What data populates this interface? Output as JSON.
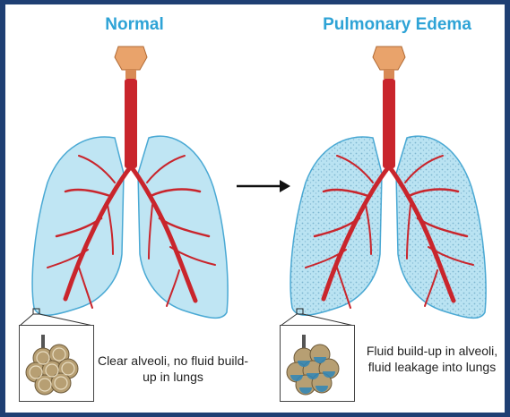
{
  "panels": {
    "normal": {
      "title": "Normal",
      "caption": "Clear alveoli, no fluid build-up in lungs"
    },
    "edema": {
      "title": "Pulmonary Edema",
      "caption": "Fluid build-up in alveoli, fluid leakage into lungs"
    }
  },
  "colors": {
    "title": "#2ea3d6",
    "frame": "#1f3f73",
    "lung_fill": "#a9dcef",
    "lung_outline": "#4aa9d4",
    "airways": "#c9252c",
    "alveoli": "#b79f73",
    "fluid": "#2f86b8"
  }
}
